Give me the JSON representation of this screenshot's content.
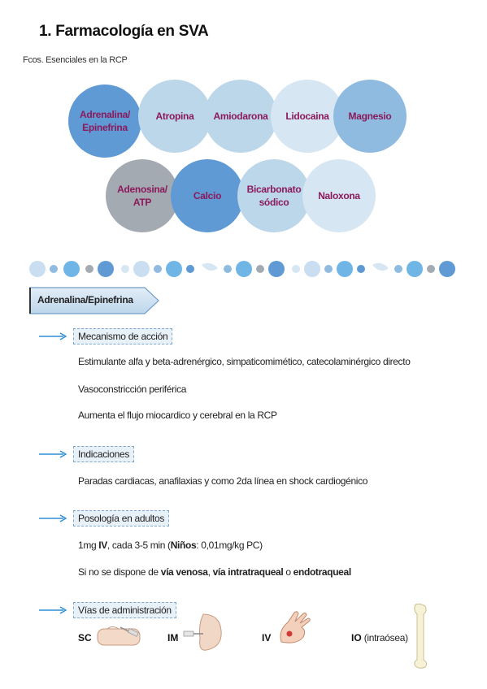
{
  "title": "1. Farmacología en SVA",
  "subtitle": "Fcos. Esenciales en la RCP",
  "drugs_row1": [
    "Adrenalina/ Epinefrina",
    "Atropina",
    "Amiodarona",
    "Lidocaina",
    "Magnesio"
  ],
  "drugs_row2": [
    "Adenosina/ ATP",
    "Calcio",
    "Bicarbonato sódico",
    "Naloxona"
  ],
  "section": "Adrenalina/Epinefrina",
  "mechanism": {
    "label": "Mecanismo de acción",
    "items": [
      "Estimulante alfa y beta-adrenérgico, simpaticomimético, catecolaminérgico directo",
      "Vasoconstricción periférica",
      "Aumenta el flujo miocardico y cerebral en la RCP"
    ]
  },
  "indications": {
    "label": "Indicaciones",
    "text": "Paradas cardiacas, anafilaxias y como 2da línea en shock cardiogénico"
  },
  "dosage": {
    "label": "Posología en adultos",
    "dose_prefix": "1mg ",
    "dose_route": "IV",
    "dose_mid": ", cada 3-5 min (",
    "dose_children_label": "Niños",
    "dose_children": ": 0,01mg/kg PC)",
    "alt_prefix": "Si no se dispone de ",
    "alt_1": "vía venosa",
    "alt_sep1": ", ",
    "alt_2": "vía intratraqueal",
    "alt_sep2": " o ",
    "alt_3": "endotraqueal"
  },
  "routes": {
    "label": "Vías de administración",
    "sc": "SC",
    "im": "IM",
    "iv": "IV",
    "io": "IO",
    "io_note": " (intraósea)"
  },
  "colors": {
    "drug_text": "#8b1a5c",
    "arrow": "#2f8fd8",
    "box_border": "#7fa7cc",
    "box_fill": "#e8f0f8"
  }
}
